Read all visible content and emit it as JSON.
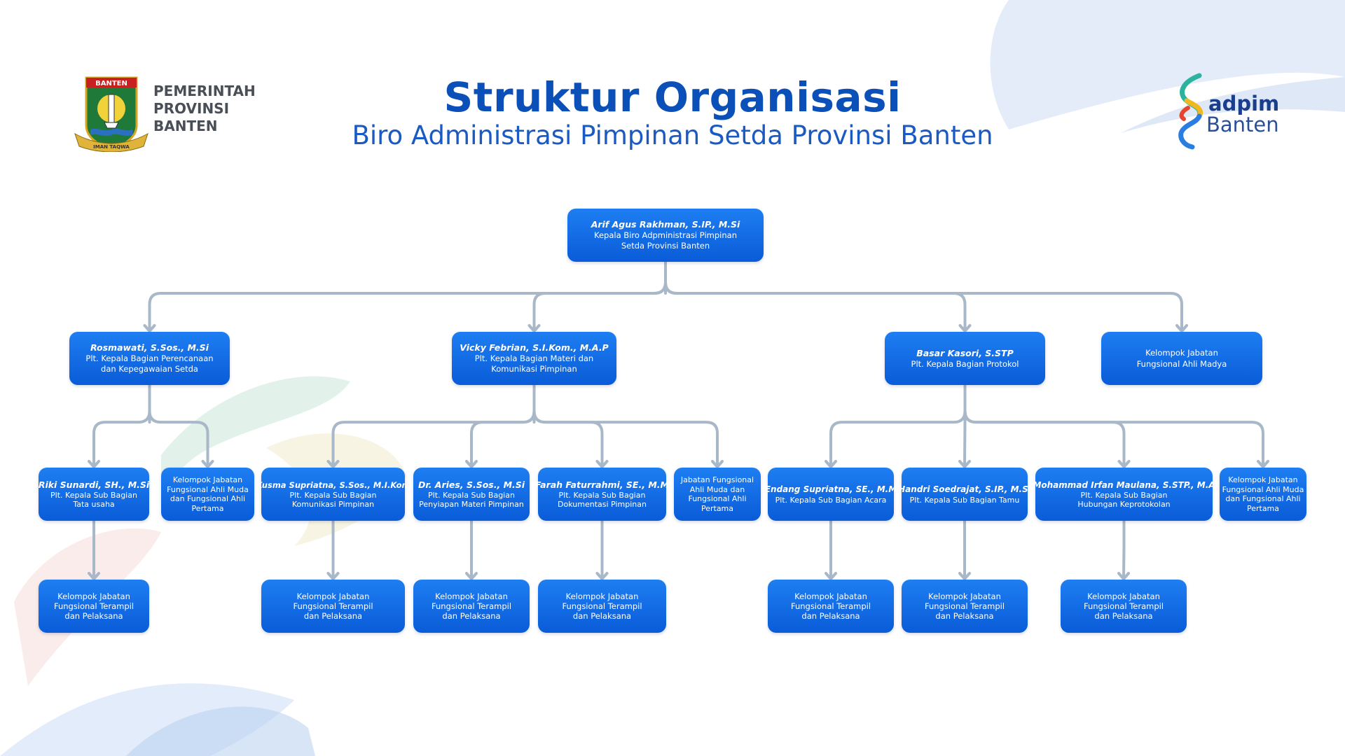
{
  "header": {
    "title": "Struktur Organisasi",
    "subtitle": "Biro Administrasi Pimpinan Setda Provinsi Banten"
  },
  "left_logo": {
    "icon": "banten-emblem-icon",
    "emblem_top_text": "BANTEN",
    "emblem_bottom_text": "IMAN TAQWA",
    "lines": [
      "PEMERINTAH",
      "PROVINSI",
      "BANTEN"
    ]
  },
  "right_logo": {
    "icon": "adpim-s-logo-icon",
    "line1": "adpim",
    "line2": "Banten"
  },
  "colors": {
    "box_top": "#1e7ef2",
    "box_bottom": "#0a5cd8",
    "connector": "#a9b8c8",
    "title": "#0b4fb8"
  },
  "org": {
    "head": {
      "name": "Arif Agus Rakhman, S.IP., M.Si",
      "position": "Kepala Biro Adpministrasi Pimpinan Setda Provinsi Banten"
    },
    "perencanaan": {
      "name": "Rosmawati, S.Sos., M.Si",
      "position": "Plt. Kepala Bagian Perencanaan dan Kepegawaian Setda"
    },
    "materi": {
      "name": "Vicky Febrian, S.I.Kom., M.A.P",
      "position": "Plt. Kepala Bagian Materi dan Komunikasi Pimpinan"
    },
    "protokol": {
      "name": "Basar Kasori, S.STP",
      "position": "Plt. Kepala Bagian Protokol"
    },
    "madya": {
      "text": "Kelompok Jabatan Fungsional Ahli Madya"
    },
    "tata_usaha": {
      "name": "Riki Sunardi, SH., M.Si",
      "position": "Plt. Kepala Sub Bagian Tata usaha"
    },
    "jf_perencanaan": {
      "text": "Kelompok Jabatan Fungsional Ahli Muda dan Fungsional Ahli Pertama"
    },
    "komunikasi": {
      "name": "Kusma Supriatna, S.Sos., M.I.Kom",
      "position": "Plt. Kepala Sub Bagian Komunikasi Pimpinan"
    },
    "penyiapan": {
      "name": "Dr. Aries, S.Sos., M.Si",
      "position": "Plt. Kepala Sub Bagian Penyiapan Materi Pimpinan"
    },
    "dokumentasi": {
      "name": "Farah Faturrahmi, SE., M.M",
      "position": "Plt. Kepala Sub Bagian Dokumentasi Pimpinan"
    },
    "jf_materi": {
      "text": "Jabatan Fungsional Ahli Muda dan Fungsional Ahli Pertama"
    },
    "acara": {
      "name": "Endang Supriatna, SE., M.M",
      "position": "Plt. Kepala Sub Bagian Acara"
    },
    "tamu": {
      "name": "Handri Soedrajat, S.IP., M.Si",
      "position": "Plt. Kepala Sub Bagian Tamu"
    },
    "kerpro": {
      "name": "Mohammad Irfan Maulana, S.STP., M.A",
      "position": "Plt. Kepala Sub Bagian Hubungan Keprotokolan"
    },
    "jf_protokol": {
      "text": "Kelompok Jabatan Fungsional Ahli Muda dan Fungsional Ahli Pertama"
    },
    "pelaksana": "Kelompok Jabatan Fungsional Terampil dan Pelaksana"
  }
}
